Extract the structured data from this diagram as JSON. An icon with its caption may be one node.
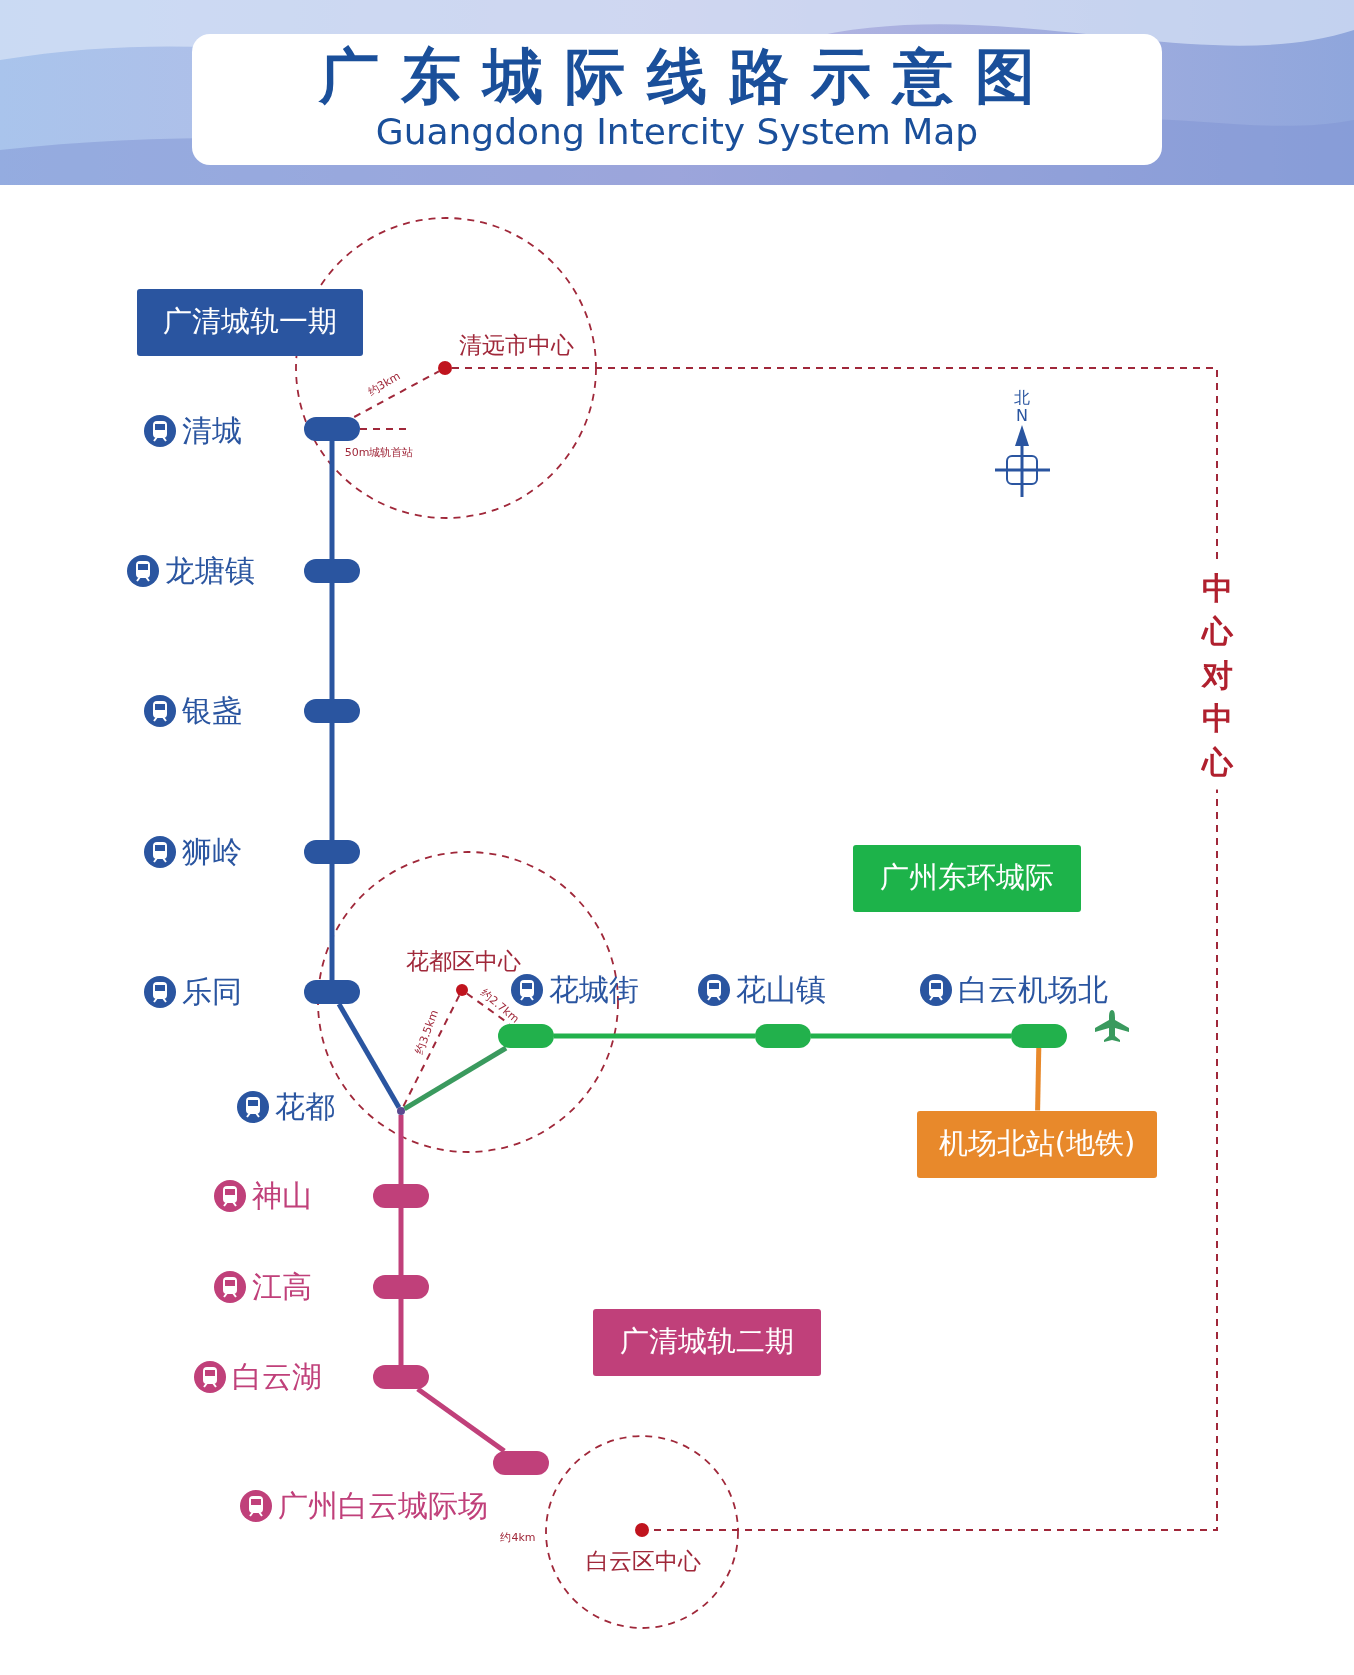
{
  "diagram": {
    "title": "广东城际线路示意图",
    "nodes": [
      {
        "text": [
          "广清城轨一期"
        ]
      },
      {
        "text": [],
        "shape": "circle",
        "beside": [
          "清远市中心"
        ]
      },
      {
        "text": [],
        "shape": "bar",
        "beside": [
          "清城"
        ]
      },
      {
        "text": [],
        "shape": "bar",
        "beside": [
          "龙塘镇"
        ]
      },
      {
        "text": [],
        "shape": "bar",
        "beside": [
          "银盏"
        ]
      },
      {
        "text": [],
        "shape": "bar",
        "beside": [
          "狮岭"
        ]
      },
      {
        "text": [
          "广州东环城际"
        ]
      },
      {
        "text": [],
        "shape": "circle",
        "beside": [
          "花都区中心"
        ]
      },
      {
        "text": [],
        "shape": "bar",
        "beside": [
          "乐同"
        ]
      },
      {
        "text": [],
        "shape": "bar",
        "beside": [
          "花城街"
        ]
      },
      {
        "text": [],
        "shape": "bar",
        "beside": [
          "花山镇"
        ]
      },
      {
        "text": [],
        "shape": "bar",
        "beside": [
          "白云机场北"
        ]
      },
      {
        "text": [],
        "shape": "circle",
        "beside": [
          "花都"
        ]
      },
      {
        "text": [
          "机场北站(地铁)"
        ]
      },
      {
        "text": [],
        "shape": "bar",
        "beside": [
          "神山"
        ]
      },
      {
        "text": [],
        "shape": "bar",
        "beside": [
          "江高"
        ]
      },
      {
        "text": [
          "广清城轨二期"
        ]
      },
      {
        "text": [],
        "shape": "bar",
        "beside": [
          "白云湖"
        ]
      },
      {
        "text": [],
        "shape": "bar",
        "beside": [
          "广州白云城际场"
        ]
      },
      {
        "text": [],
        "shape": "circle",
        "beside": [
          "白云区中心"
        ]
      }
    ],
    "edges": [
      {
        "from": 2,
        "to": 3,
        "arrow": "none",
        "color": "#2a55a0"
      },
      {
        "from": 3,
        "to": 4,
        "arrow": "none",
        "color": "#2a55a0"
      },
      {
        "from": 4,
        "to": 5,
        "arrow": "none",
        "color": "#2a55a0"
      },
      {
        "from": 5,
        "to": 8,
        "arrow": "none",
        "color": "#2a55a0"
      },
      {
        "from": 8,
        "to": 12,
        "arrow": "none",
        "color": "#2a55a0"
      },
      {
        "from": 12,
        "to": 9,
        "arrow": "none",
        "color": "#3a9a5e"
      },
      {
        "from": 9,
        "to": 10,
        "arrow": "none",
        "color": "#22b14c"
      },
      {
        "from": 10,
        "to": 11,
        "arrow": "none",
        "color": "#22b14c"
      },
      {
        "from": 11,
        "to": 13,
        "arrow": "none",
        "color": "#e8892b"
      },
      {
        "from": 12,
        "to": 14,
        "arrow": "none",
        "color": "#c0407a"
      },
      {
        "from": 14,
        "to": 15,
        "arrow": "none",
        "color": "#c0407a"
      },
      {
        "from": 15,
        "to": 17,
        "arrow": "none",
        "color": "#c0407a"
      },
      {
        "from": 17,
        "to": 18,
        "arrow": "none",
        "color": "#c0407a"
      },
      {
        "from": 2,
        "to": 1,
        "arrow": "none",
        "style": "dashed",
        "color": "#a0283a",
        "label": "约3km"
      },
      {
        "from": 2,
        "to": null,
        "arrow": "none",
        "style": "dashed",
        "color": "#a0283a",
        "label": "50m城轨首站"
      },
      {
        "from": 7,
        "to": 12,
        "arrow": "none",
        "style": "dashed",
        "color": "#a0283a",
        "label": "约3.5km"
      },
      {
        "from": 7,
        "to": 9,
        "arrow": "none",
        "style": "dashed",
        "color": "#a0283a",
        "label": "约2.7km"
      },
      {
        "from": 1,
        "to": 19,
        "arrow": "none",
        "style": "dashed",
        "color": "#a0283a",
        "label": "中心对中心"
      }
    ],
    "labels": [
      "Guangdong Intercity System Map",
      "北",
      "N",
      "约4km"
    ]
  }
}
